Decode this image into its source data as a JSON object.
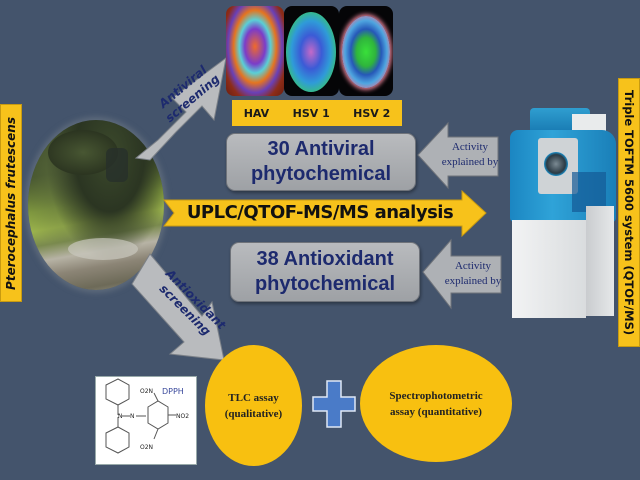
{
  "figure": {
    "background_color": "#44546c",
    "accent_yellow": "#f7c21b",
    "text_navy": "#1d2a6e"
  },
  "plant": {
    "species_label": "Pterocephalus frutescens",
    "photo": "plant-habitat-photo"
  },
  "antiviral_screening": {
    "arrow_label_line1": "Antiviral",
    "arrow_label_line2": "screening"
  },
  "viruses": [
    {
      "label": "HAV",
      "image": "hav-virus-image"
    },
    {
      "label": "HSV 1",
      "image": "hsv1-virus-image"
    },
    {
      "label": "HSV 2",
      "image": "hsv2-virus-image"
    }
  ],
  "antiviral_box": {
    "line1": "30 Antiviral",
    "line2": "phytochemical"
  },
  "antioxidant_box": {
    "line1": "38 Antioxidant",
    "line2": "phytochemical"
  },
  "activity_arrows": [
    {
      "line1": "Activity",
      "line2": "explained by"
    },
    {
      "line1": "Activity",
      "line2": "explained by"
    }
  ],
  "main_arrow": {
    "label": "UPLC/QTOF-MS/MS analysis"
  },
  "instrument": {
    "label": "Triple TOFTM 5600 system (QTOF/MS)",
    "image": "mass-spectrometer-image"
  },
  "antioxidant_screening": {
    "arrow_label_line1": "Antioxidant",
    "arrow_label_line2": "screening"
  },
  "dpph": {
    "title": "DPPH",
    "groups": [
      "O2N",
      "NO2",
      "O2N"
    ],
    "linker": "N-N"
  },
  "assays": [
    {
      "line1": "TLC assay",
      "line2": "(qualitative)"
    },
    {
      "line1": "Spectrophotometric",
      "line2": "assay (quantitative)"
    }
  ],
  "combine_symbol": "+"
}
